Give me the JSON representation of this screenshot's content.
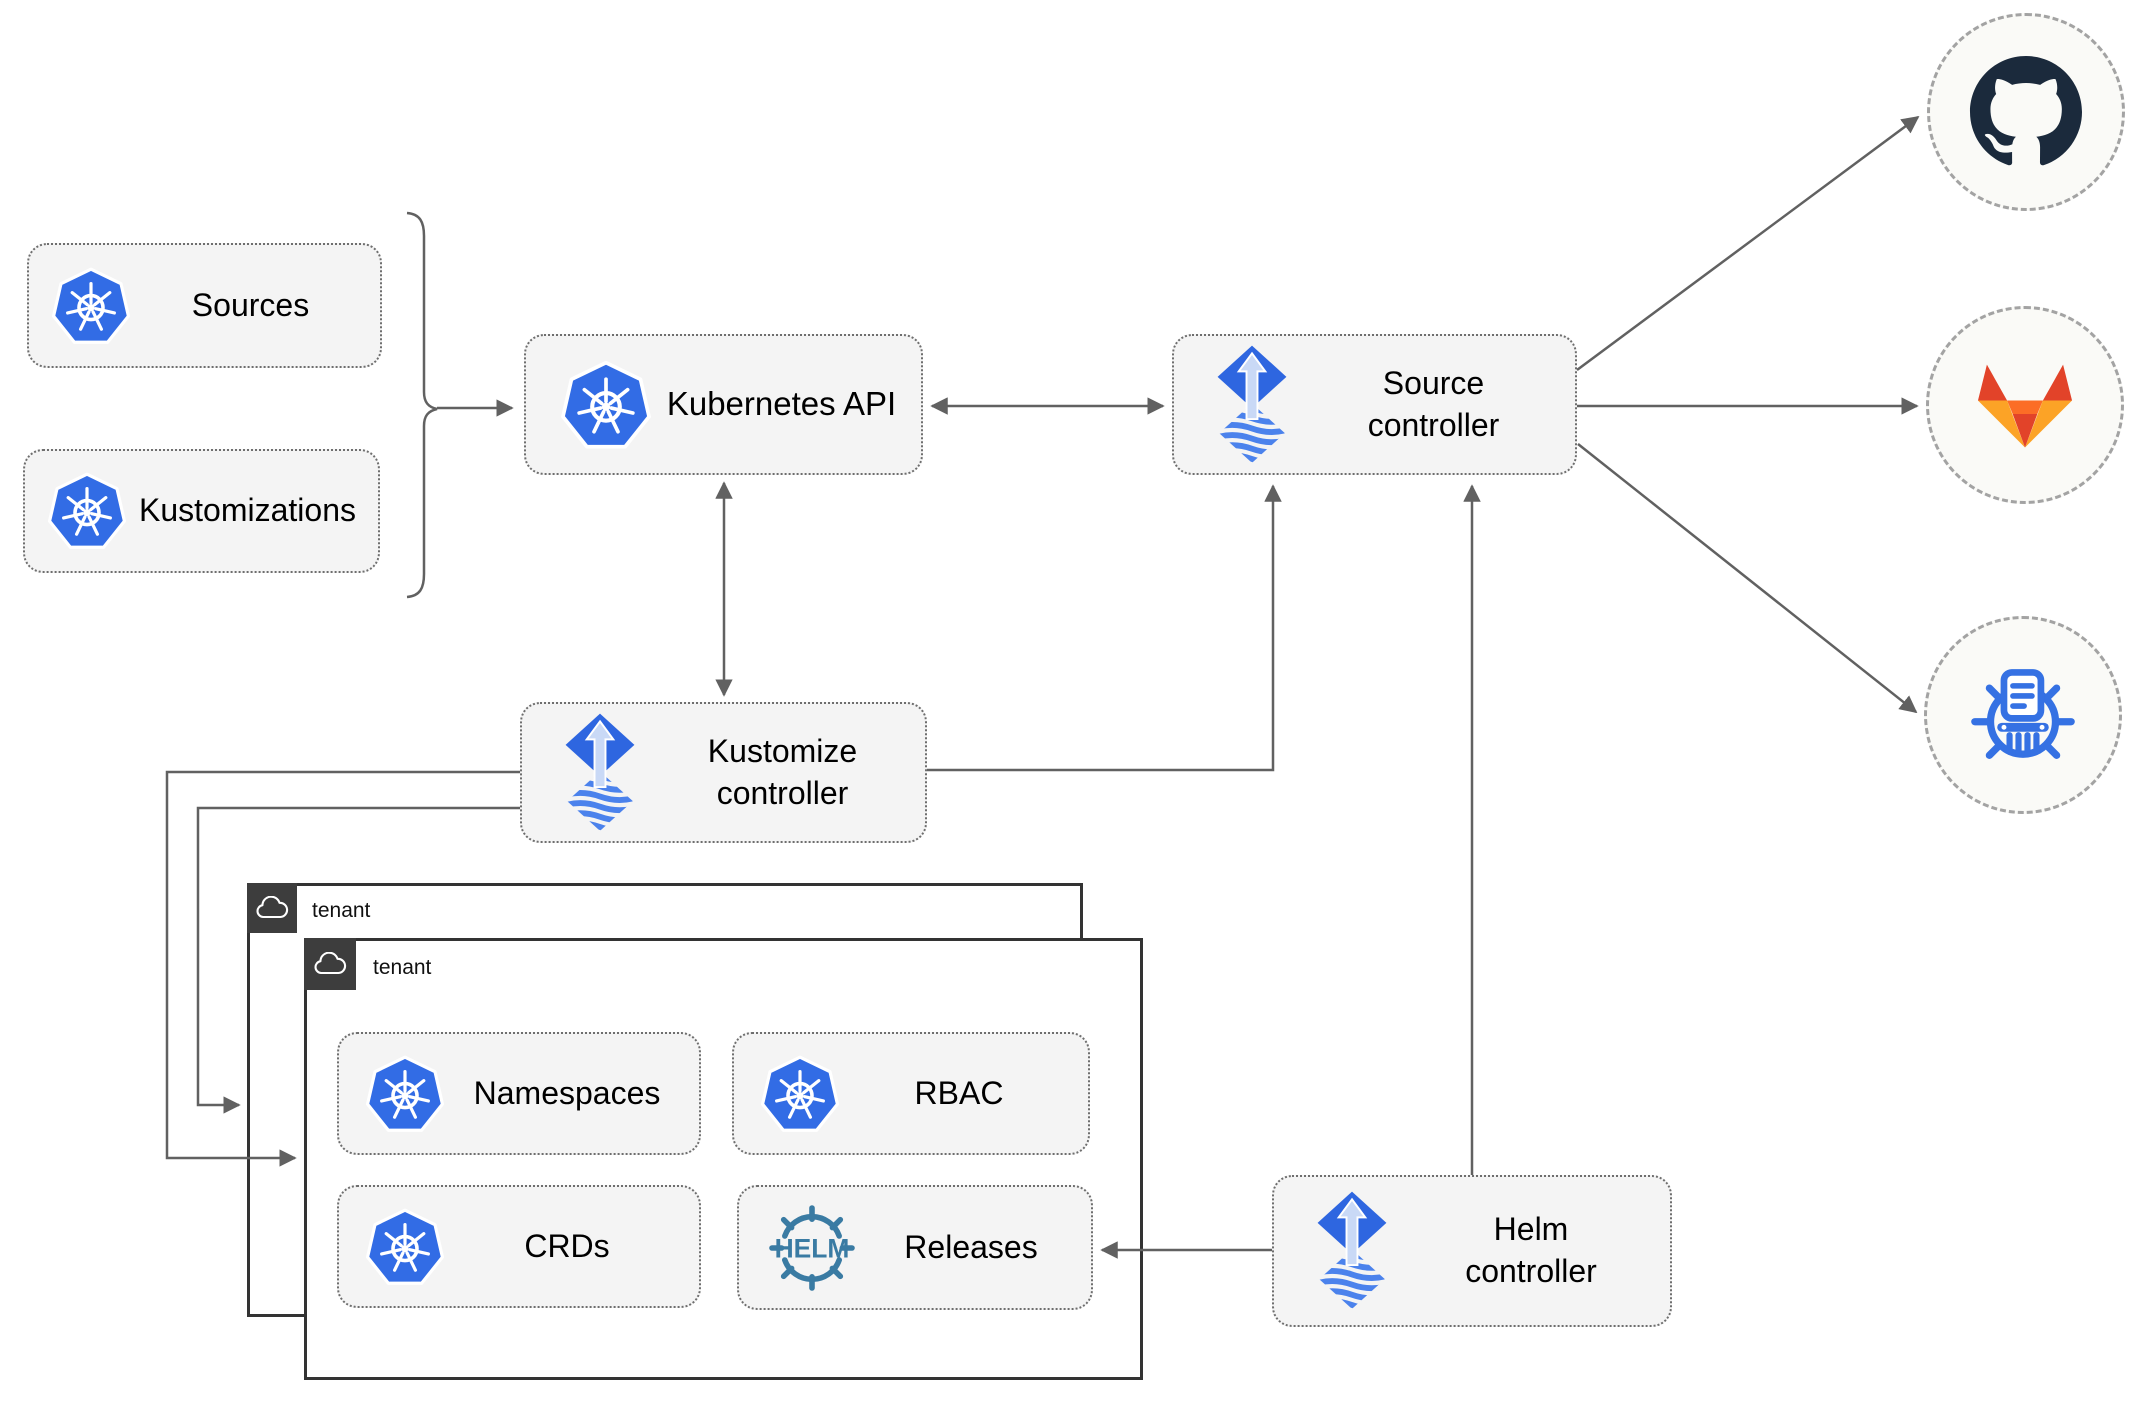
{
  "nodes": {
    "sources": {
      "label": "Sources",
      "icon": "kubernetes-icon"
    },
    "kustomizations": {
      "label": "Kustomizations",
      "icon": "kubernetes-icon"
    },
    "kubernetes_api": {
      "label": "Kubernetes API",
      "icon": "kubernetes-icon"
    },
    "source_controller": {
      "label": "Source controller",
      "icon": "flux-icon"
    },
    "kustomize_controller": {
      "label": "Kustomize controller",
      "icon": "flux-icon"
    },
    "helm_controller": {
      "label": "Helm controller",
      "icon": "flux-icon"
    },
    "tenant_outer": {
      "label": "tenant",
      "icon": "cloud-icon"
    },
    "tenant_inner": {
      "label": "tenant",
      "icon": "cloud-icon"
    },
    "namespaces": {
      "label": "Namespaces",
      "icon": "kubernetes-icon"
    },
    "rbac": {
      "label": "RBAC",
      "icon": "kubernetes-icon"
    },
    "crds": {
      "label": "CRDs",
      "icon": "kubernetes-icon"
    },
    "releases": {
      "label": "Releases",
      "icon": "helm-icon",
      "logo_text": "HELM"
    },
    "github": {
      "icon": "github-icon"
    },
    "gitlab": {
      "icon": "gitlab-icon"
    },
    "chartmuseum": {
      "icon": "chartmuseum-icon"
    }
  },
  "edges": [
    {
      "from": "sources_and_kustomizations",
      "to": "kubernetes_api",
      "style": "brace-arrow"
    },
    {
      "from": "kubernetes_api",
      "to": "source_controller",
      "style": "double-arrow"
    },
    {
      "from": "kubernetes_api",
      "to": "kustomize_controller",
      "style": "double-arrow"
    },
    {
      "from": "kustomize_controller",
      "to": "source_controller",
      "style": "arrow"
    },
    {
      "from": "helm_controller",
      "to": "source_controller",
      "style": "arrow"
    },
    {
      "from": "helm_controller",
      "to": "releases",
      "style": "arrow"
    },
    {
      "from": "kustomize_controller",
      "to": "tenant_inner",
      "style": "arrow"
    },
    {
      "from": "kustomize_controller",
      "to": "tenant_outer",
      "style": "arrow"
    },
    {
      "from": "source_controller",
      "to": "github",
      "style": "arrow"
    },
    {
      "from": "source_controller",
      "to": "gitlab",
      "style": "arrow"
    },
    {
      "from": "source_controller",
      "to": "chartmuseum",
      "style": "arrow"
    }
  ],
  "colors": {
    "kubernetes_blue": "#326ce5",
    "flux_blue": "#2e66e0",
    "flux_stripe_blue": "#4b82ec",
    "flux_arrow_light": "#c9d9f6",
    "helm_teal": "#3a7ba3",
    "chartmuseum_blue": "#3571e3",
    "github_dark": "#1b2a3c",
    "gitlab_red_orange": "#e24329",
    "gitlab_orange": "#fc6d26",
    "gitlab_yellow": "#fca326",
    "line_gray": "#616161",
    "box_fill": "#f4f4f4",
    "tenant_border": "#333333",
    "badge_gray": "#3d3d3d"
  }
}
